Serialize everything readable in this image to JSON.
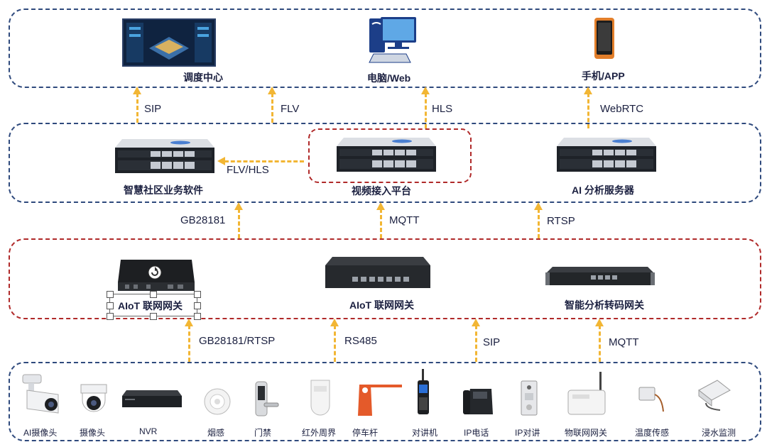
{
  "layers": {
    "top": {
      "items": [
        "调度中心",
        "电脑/Web",
        "手机/APP"
      ]
    },
    "platform": {
      "items": [
        "智慧社区业务软件",
        "视频接入平台",
        "AI 分析服务器"
      ]
    },
    "gateway": {
      "items": [
        "AIoT 联网网关",
        "AIoT 联网网关",
        "智能分析转码网关"
      ]
    },
    "devices": {
      "items": [
        "AI摄像头",
        "摄像头",
        "NVR",
        "烟感",
        "门禁",
        "红外周界",
        "停车杆",
        "对讲机",
        "IP电话",
        "IP对讲",
        "物联网网关",
        "温度传感",
        "浸水监测"
      ]
    }
  },
  "protocols": {
    "top_links": [
      "SIP",
      "FLV",
      "HLS",
      "WebRTC"
    ],
    "platform_link": "FLV/HLS",
    "middle_links": [
      "GB28181",
      "MQTT",
      "RTSP"
    ],
    "bottom_links": [
      "GB28181/RTSP",
      "RS485",
      "SIP",
      "MQTT"
    ]
  },
  "colors": {
    "layer_border": "#2f4a7d",
    "highlight_border": "#b02a2a",
    "arrow": "#f2b634"
  }
}
